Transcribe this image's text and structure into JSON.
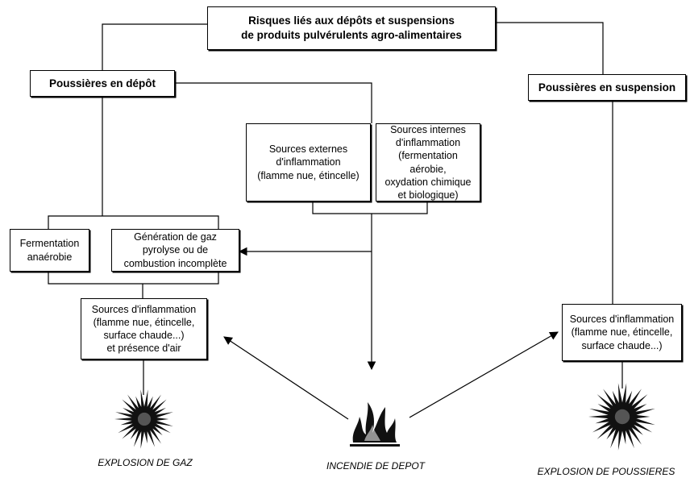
{
  "title": "Risques liés aux dépôts et suspensions\nde produits pulvérulents agro-alimentaires",
  "branches": {
    "left": "Poussières en dépôt",
    "right": "Poussières en suspension"
  },
  "sources": {
    "external": "Sources externes\nd'inflammation\n(flamme nue, étincelle)",
    "internal": "Sources internes\nd'inflammation\n(fermentation aérobie,\noxydation chimique\net biologique)"
  },
  "processes": {
    "fermentation": "Fermentation\nanaérobie",
    "gas_generation": "Génération de gaz\npyrolyse ou de\ncombustion incomplète"
  },
  "ignition": {
    "left": "Sources d'inflammation\n(flamme nue, étincelle,\nsurface chaude...)\net présence d'air",
    "right": "Sources d'inflammation\n(flamme nue, étincelle,\nsurface chaude...)"
  },
  "outcomes": {
    "gas_explosion": "EXPLOSION DE GAZ",
    "deposit_fire": "INCENDIE DE DEPOT",
    "dust_explosion": "EXPLOSION DE POUSSIERES"
  },
  "icons": {
    "gas_explosion": "explosion-burst-icon",
    "deposit_fire": "fire-icon",
    "dust_explosion": "explosion-burst-icon"
  },
  "colors": {
    "line": "#000000",
    "fill": "#ffffff"
  }
}
